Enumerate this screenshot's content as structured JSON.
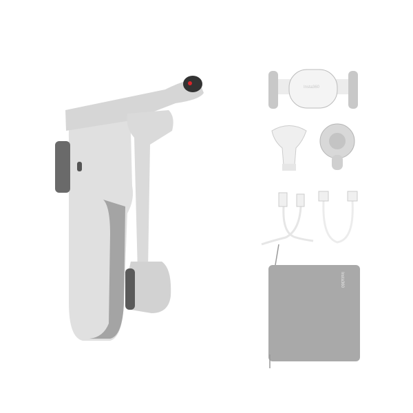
{
  "product_photo": {
    "items": [
      {
        "name": "gimbal-stabilizer"
      },
      {
        "name": "phone-clamp",
        "logo": "Insta360"
      },
      {
        "name": "tripod-mount"
      },
      {
        "name": "magnetic-mount"
      },
      {
        "name": "usb-c-charging-cable"
      },
      {
        "name": "usb-c-to-usb-c-cable"
      },
      {
        "name": "storage-pouch",
        "logo": "Insta360"
      }
    ],
    "colors": {
      "body": "#dcdcdc",
      "shadow": "#9a9a9a",
      "pouch": "#a9a9a9",
      "accent": "#d9252a"
    }
  }
}
